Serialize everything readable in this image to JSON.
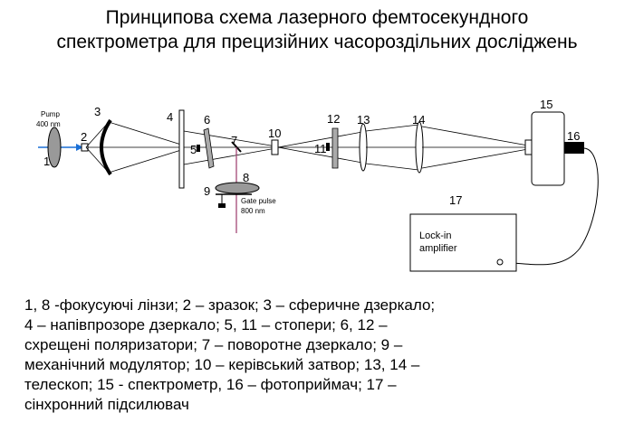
{
  "title": {
    "line1": "Принципова схема лазерного фемтосекундного",
    "line2": "спектрометра для прецизійних часороздільних досліджень"
  },
  "diagram": {
    "pump_label": "Pump",
    "pump_wavelength": "400 nm",
    "gate_label": "Gate pulse",
    "gate_wavelength": "800 nm",
    "lockin_line1": "Lock-in",
    "lockin_line2": "amplifier",
    "component_numbers": [
      "1",
      "2",
      "3",
      "4",
      "5",
      "6",
      "7",
      "8",
      "9",
      "10",
      "11",
      "12",
      "13",
      "14",
      "15",
      "16",
      "17"
    ],
    "colors": {
      "pump_beam": "#1a6fd6",
      "gate_beam": "#9b3a6b",
      "optics": "#000000",
      "element_fill": "#aaaaaa"
    }
  },
  "legend": {
    "line1": "1, 8 -фокусуючі лінзи; 2 – зразок; 3 – сферичне дзеркало;",
    "line2": "4 – напівпрозоре дзеркало; 5, 11 – стопери; 6, 12 –",
    "line3": "схрещені поляризатори; 7 – поворотне дзеркало;  9 –",
    "line4": "механічний модулятор; 10 – керівський затвор; 13, 14 –",
    "line5": "телескоп; 15 -  спектрометр, 16 – фотоприймач; 17 –",
    "line6": "сінхронний підсилювач"
  }
}
